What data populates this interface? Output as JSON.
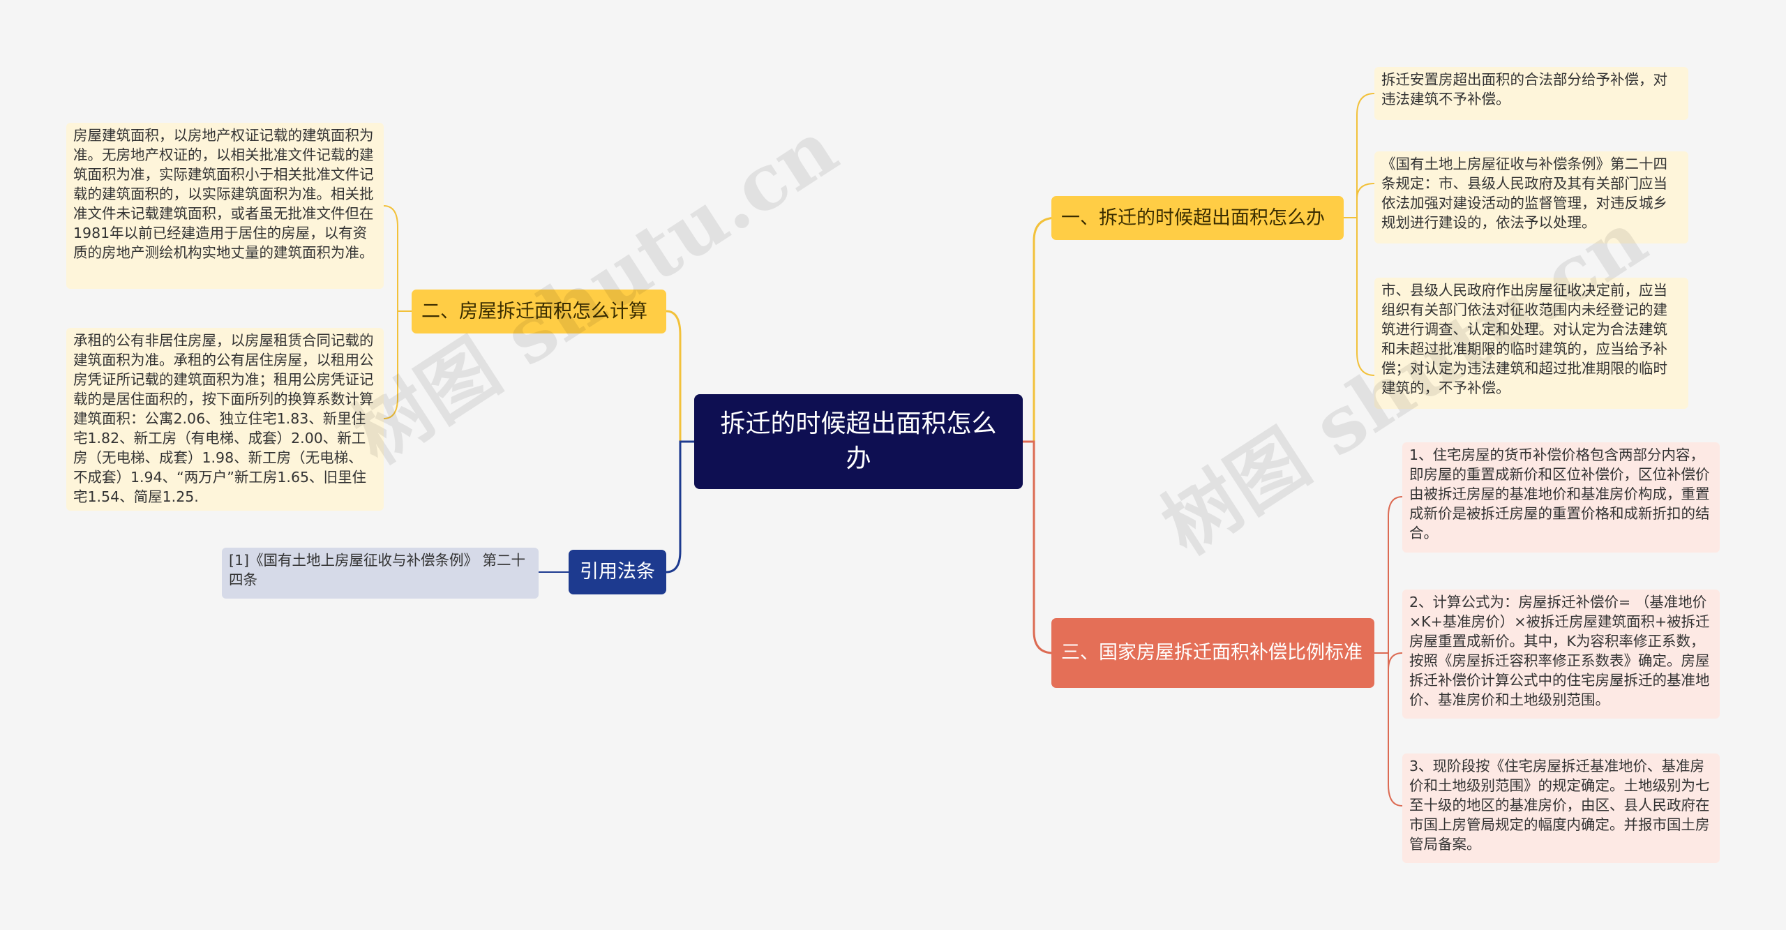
{
  "root": {
    "title": "拆迁的时候超出面积怎么办"
  },
  "branches": {
    "b1": {
      "label": "一、拆迁的时候超出面积怎么办"
    },
    "b2": {
      "label": "二、房屋拆迁面积怎么计算"
    },
    "b3": {
      "label": "三、国家房屋拆迁面积补偿比例标准"
    },
    "b4": {
      "label": "引用法条"
    }
  },
  "leaves": {
    "l1a": "拆迁安置房超出面积的合法部分给予补偿，对违法建筑不予补偿。",
    "l1b": "《国有土地上房屋征收与补偿条例》第二十四条规定：市、县级人民政府及其有关部门应当依法加强对建设活动的监督管理，对违反城乡规划进行建设的，依法予以处理。",
    "l1c": "市、县级人民政府作出房屋征收决定前，应当组织有关部门依法对征收范围内未经登记的建筑进行调查、认定和处理。对认定为合法建筑和未超过批准期限的临时建筑的，应当给予补偿；对认定为违法建筑和超过批准期限的临时建筑的，不予补偿。",
    "l2a": "房屋建筑面积，以房地产权证记载的建筑面积为准。无房地产权证的，以相关批准文件记载的建筑面积为准，实际建筑面积小于相关批准文件记载的建筑面积的，以实际建筑面积为准。相关批准文件未记载建筑面积，或者虽无批准文件但在1981年以前已经建造用于居住的房屋，以有资质的房地产测绘机构实地丈量的建筑面积为准。",
    "l2b": "承租的公有非居住房屋，以房屋租赁合同记载的建筑面积为准。承租的公有居住房屋，以租用公房凭证所记载的建筑面积为准；租用公房凭证记载的是居住面积的，按下面所列的换算系数计算建筑面积：公寓2.06、独立住宅1.83、新里住宅1.82、新工房（有电梯、成套）2.00、新工房（无电梯、成套）1.98、新工房（无电梯、不成套）1.94、“两万户”新工房1.65、旧里住宅1.54、简屋1.25.",
    "l3a": "1、住宅房屋的货币补偿价格包含两部分内容，即房屋的重置成新价和区位补偿价，区位补偿价由被拆迁房屋的基准地价和基准房价构成，重置成新价是被拆迁房屋的重置价格和成新折扣的结合。",
    "l3b": "2、计算公式为：房屋拆迁补偿价= （基准地价×K+基准房价）×被拆迁房屋建筑面积+被拆迁房屋重置成新价。其中，K为容积率修正系数，按照《房屋拆迁容积率修正系数表》确定。房屋拆迁补偿价计算公式中的住宅房屋拆迁的基准地价、基准房价和土地级别范围。",
    "l3c": "3、现阶段按《住宅房屋拆迁基准地价、基准房价和土地级别范围》的规定确定。土地级别为七至十级的地区的基准房价，由区、县人民政府在市国上房管局规定的幅度内确定。并报市国土房管局备案。",
    "l4a": "[1]《国有土地上房屋征收与补偿条例》 第二十四条"
  },
  "watermarks": {
    "w1": "树图 shutu.cn",
    "w2": "树图 shutu.cn"
  },
  "colors": {
    "root": "#0e0f52",
    "yellow_branch": "#ffcd45",
    "red_branch": "#e46f57",
    "navy_branch": "#1d3a8f",
    "yellow_leaf": "#fef5da",
    "red_leaf": "#fde9e4",
    "gray_leaf": "#d6dae8"
  }
}
